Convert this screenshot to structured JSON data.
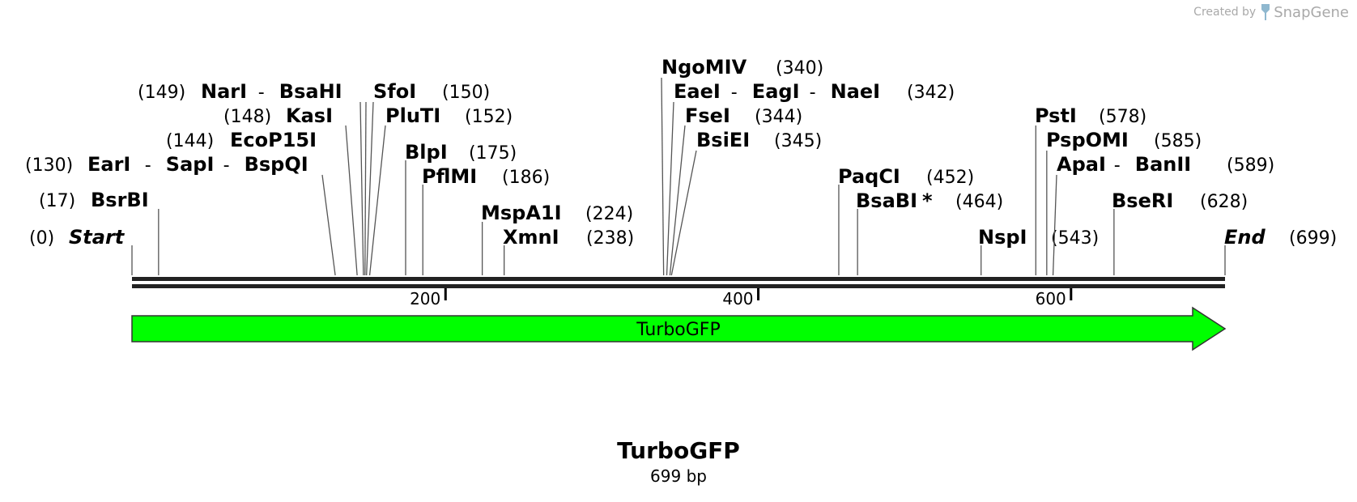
{
  "watermark": {
    "created_by": "Created by",
    "brand": "SnapGene"
  },
  "sequence": {
    "name": "TurboGFP",
    "length_label": "699 bp",
    "length": 699
  },
  "axis_ticks": [
    200,
    400,
    600
  ],
  "feature": {
    "label": "TurboGFP",
    "color": "#00ff00",
    "start": 0,
    "end": 699,
    "direction": "forward"
  },
  "sites": [
    {
      "names": [
        "Start"
      ],
      "pos": 0,
      "label_pos": "(0)",
      "italic": true
    },
    {
      "names": [
        "BsrBI"
      ],
      "pos": 17,
      "label_pos": "(17)"
    },
    {
      "names": [
        "EarI",
        "SapI",
        "BspQI"
      ],
      "pos": 130,
      "label_pos": "(130)"
    },
    {
      "names": [
        "EcoP15I"
      ],
      "pos": 144,
      "label_pos": "(144)"
    },
    {
      "names": [
        "KasI"
      ],
      "pos": 148,
      "label_pos": "(148)"
    },
    {
      "names": [
        "NarI",
        "BsaHI"
      ],
      "pos": 149,
      "label_pos": "(149)"
    },
    {
      "names": [
        "SfoI"
      ],
      "pos": 150,
      "label_pos": "(150)"
    },
    {
      "names": [
        "PluTI"
      ],
      "pos": 152,
      "label_pos": "(152)"
    },
    {
      "names": [
        "BlpI"
      ],
      "pos": 175,
      "label_pos": "(175)"
    },
    {
      "names": [
        "PflMI"
      ],
      "pos": 186,
      "label_pos": "(186)"
    },
    {
      "names": [
        "MspA1I"
      ],
      "pos": 224,
      "label_pos": "(224)"
    },
    {
      "names": [
        "XmnI"
      ],
      "pos": 238,
      "label_pos": "(238)"
    },
    {
      "names": [
        "NgoMIV"
      ],
      "pos": 340,
      "label_pos": "(340)"
    },
    {
      "names": [
        "EaeI",
        "EagI",
        "NaeI"
      ],
      "pos": 342,
      "label_pos": "(342)"
    },
    {
      "names": [
        "FseI"
      ],
      "pos": 344,
      "label_pos": "(344)"
    },
    {
      "names": [
        "BsiEI"
      ],
      "pos": 345,
      "label_pos": "(345)"
    },
    {
      "names": [
        "PaqCI"
      ],
      "pos": 452,
      "label_pos": "(452)"
    },
    {
      "names": [
        "BsaBI"
      ],
      "pos": 464,
      "label_pos": "(464)",
      "star": "*"
    },
    {
      "names": [
        "NspI"
      ],
      "pos": 543,
      "label_pos": "(543)"
    },
    {
      "names": [
        "PstI"
      ],
      "pos": 578,
      "label_pos": "(578)"
    },
    {
      "names": [
        "PspOMI"
      ],
      "pos": 585,
      "label_pos": "(585)"
    },
    {
      "names": [
        "ApaI",
        "BanII"
      ],
      "pos": 589,
      "label_pos": "(589)"
    },
    {
      "names": [
        "BseRI"
      ],
      "pos": 628,
      "label_pos": "(628)"
    },
    {
      "names": [
        "End"
      ],
      "pos": 699,
      "label_pos": "(699)",
      "italic": true
    }
  ]
}
